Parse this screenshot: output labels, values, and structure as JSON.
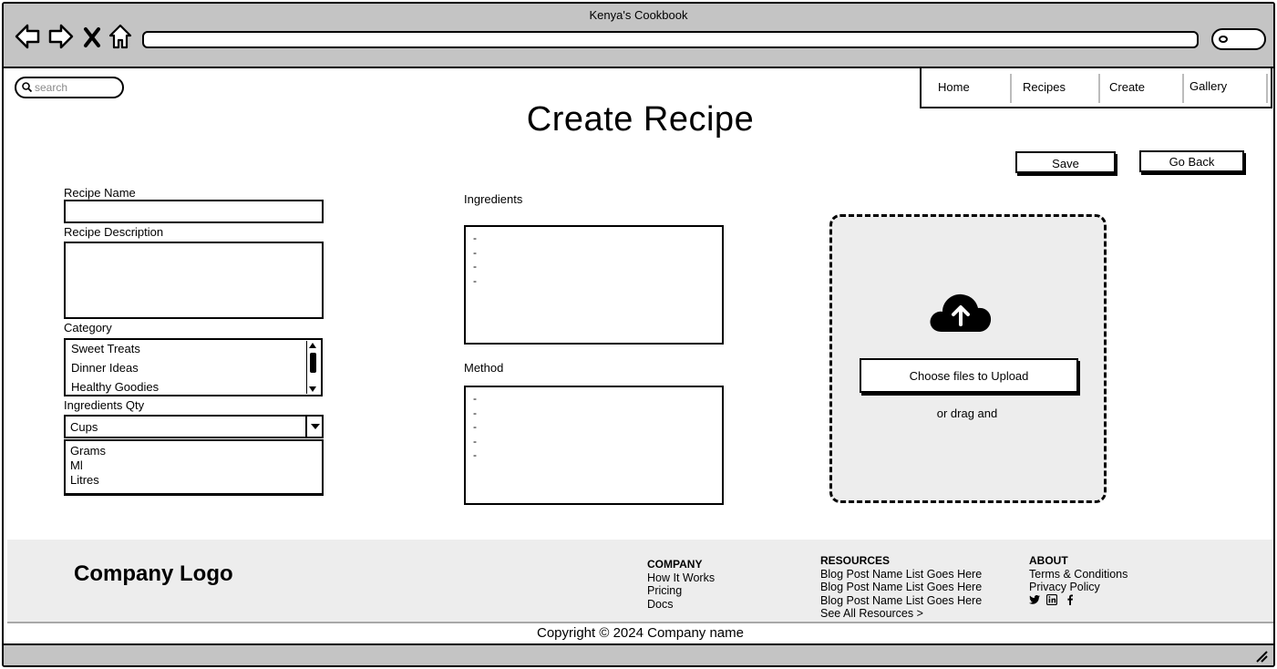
{
  "window": {
    "title": "Kenya's Cookbook"
  },
  "search": {
    "placeholder": "search"
  },
  "nav": {
    "items": [
      {
        "label": "Home"
      },
      {
        "label": "Recipes"
      },
      {
        "label": "Create"
      },
      {
        "label": "Gallery"
      }
    ]
  },
  "page": {
    "title": "Create Recipe"
  },
  "actions": {
    "save_label": "Save",
    "back_label": "Go Back"
  },
  "form": {
    "recipe_name_label": "Recipe Name",
    "recipe_name_value": "",
    "recipe_description_label": "Recipe Description",
    "recipe_description_value": "",
    "category_label": "Category",
    "category_options": [
      "Sweet Treats",
      "Dinner Ideas",
      "Healthy Goodies"
    ],
    "ingredients_qty_label": "Ingredients Qty",
    "ingredients_qty_selected": "Cups",
    "ingredients_qty_options": [
      "Grams",
      "Ml",
      "Litres"
    ],
    "ingredients_label": "Ingredients",
    "ingredients_lines": [
      "-",
      "-",
      "-",
      "-"
    ],
    "method_label": "Method",
    "method_lines": [
      "-",
      "-",
      "-",
      "-",
      "-"
    ]
  },
  "upload": {
    "button_label": "Choose files to Upload",
    "hint": "or drag and",
    "icon": "cloud-upload-icon"
  },
  "footer": {
    "logo": "Company Logo",
    "company": {
      "heading": "COMPANY",
      "links": [
        "How It Works",
        "Pricing",
        "Docs"
      ]
    },
    "resources": {
      "heading": "RESOURCES",
      "links": [
        "Blog Post Name List Goes Here",
        "Blog Post Name List Goes Here",
        "Blog Post Name List Goes Here",
        "See All Resources >"
      ]
    },
    "about": {
      "heading": "ABOUT",
      "links": [
        "Terms & Conditions",
        "Privacy Policy"
      ],
      "social": [
        "twitter-icon",
        "linkedin-icon",
        "facebook-icon"
      ]
    },
    "copyright": "Copyright © 2024 Company name"
  },
  "colors": {
    "chrome": "#c4c4c4",
    "panel": "#ededed",
    "placeholder": "#8a8a8a"
  }
}
